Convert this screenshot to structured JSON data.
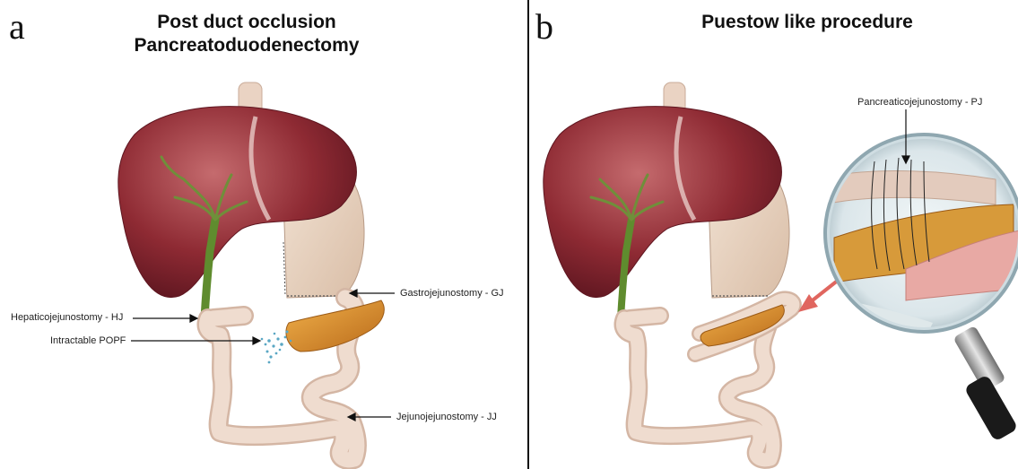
{
  "panel_a": {
    "letter": "a",
    "title_line1": "Post duct occlusion",
    "title_line2": "Pancreatoduodenectomy",
    "labels": {
      "hj": "Hepaticojejunostomy - HJ",
      "popf": "Intractable POPF",
      "gj": "Gastrojejunostomy - GJ",
      "jj": "Jejunojejunostomy - JJ"
    }
  },
  "panel_b": {
    "letter": "b",
    "title": "Puestow like procedure",
    "labels": {
      "pj": "Pancreaticojejunostomy - PJ"
    }
  },
  "colors": {
    "liver": "#8e2a33",
    "bile_duct": "#6f8f3a",
    "stomach": "#ecd8c5",
    "pancreas": "#d98c2a",
    "intestine": "#e9d2c2",
    "fistula_dots": "#5aa7c4",
    "arrow": "#e0665f"
  },
  "icons": [
    "liver-illustration",
    "stomach-illustration",
    "intestine-illustration",
    "pancreas-illustration",
    "magnifier-icon",
    "leak-droplets"
  ]
}
